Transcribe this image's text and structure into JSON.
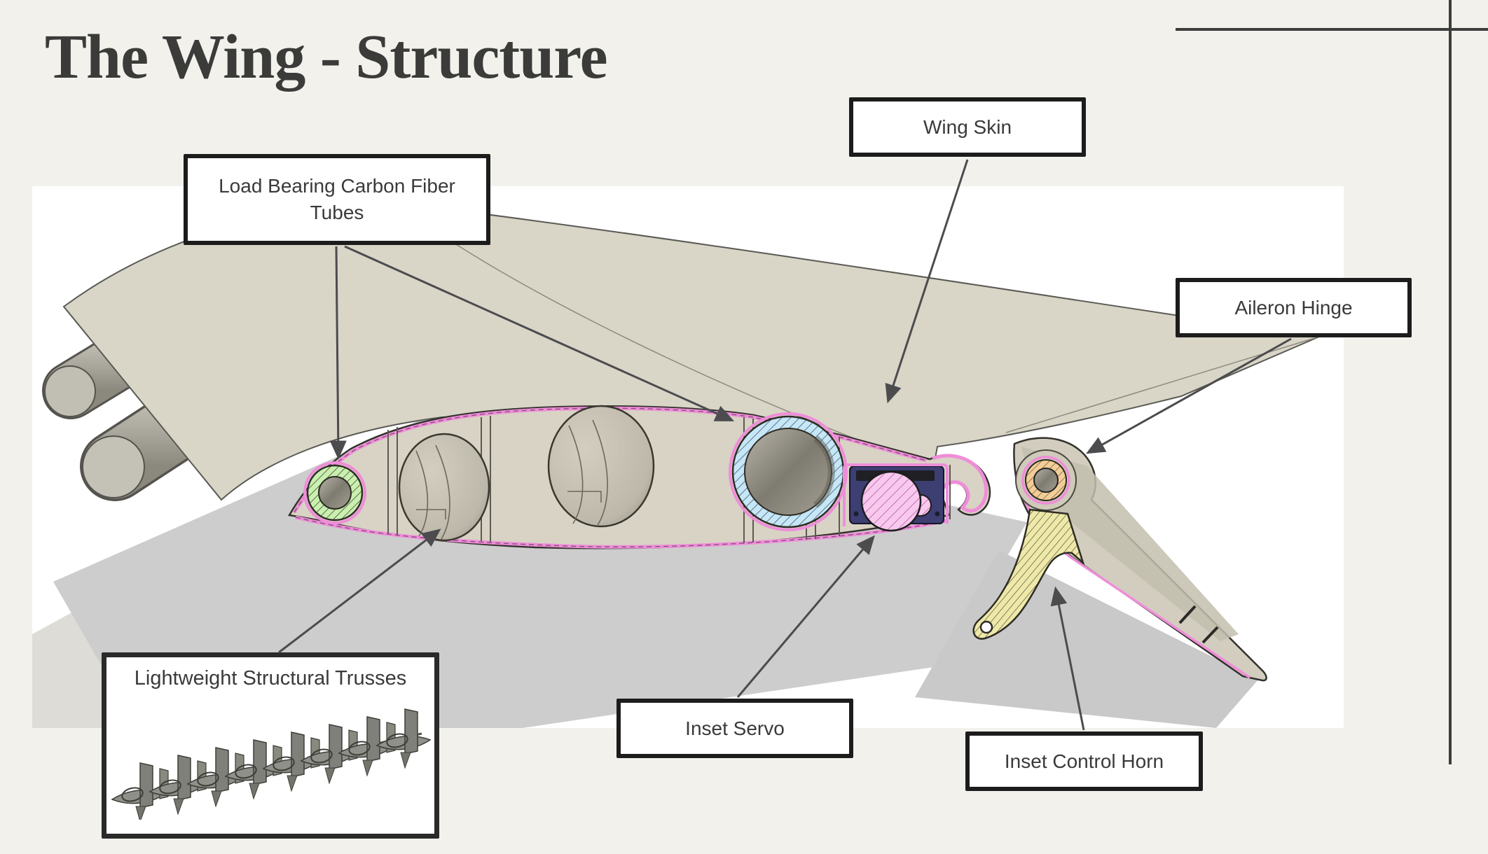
{
  "slide": {
    "title": "The Wing - Structure"
  },
  "labels": {
    "load_bearing": "Load Bearing Carbon Fiber Tubes",
    "wing_skin": "Wing Skin",
    "aileron_hinge": "Aileron Hinge",
    "trusses": "Lightweight Structural Trusses",
    "inset_servo": "Inset Servo",
    "inset_control_horn": "Inset Control Horn"
  },
  "diagram": {
    "type": "annotated CAD cross-section of a wing",
    "parts": [
      {
        "name": "carbon-fiber-tube-leading-edge",
        "highlight_color": "#c9f0ae"
      },
      {
        "name": "carbon-fiber-tube-main-spar",
        "highlight_color": "#c5e7f8"
      },
      {
        "name": "wing-skin-outline",
        "highlight_color": "#ef8dd9"
      },
      {
        "name": "inset-servo",
        "highlight_color": "#f9c8ef",
        "mount_color": "#3d3f72"
      },
      {
        "name": "aileron-hinge-bushing",
        "highlight_color": "#f3cd97"
      },
      {
        "name": "inset-control-horn",
        "highlight_color": "#efe9a9"
      },
      {
        "name": "structural-trusses",
        "color": "#8a8a82"
      }
    ],
    "wing_body_color": "#d8d4c5",
    "shadow_color": "#cdcdcd",
    "arrow_color": "#4c4c4f",
    "callout_border_color": "#1c1c1c",
    "background_color": "#f2f1ec"
  }
}
